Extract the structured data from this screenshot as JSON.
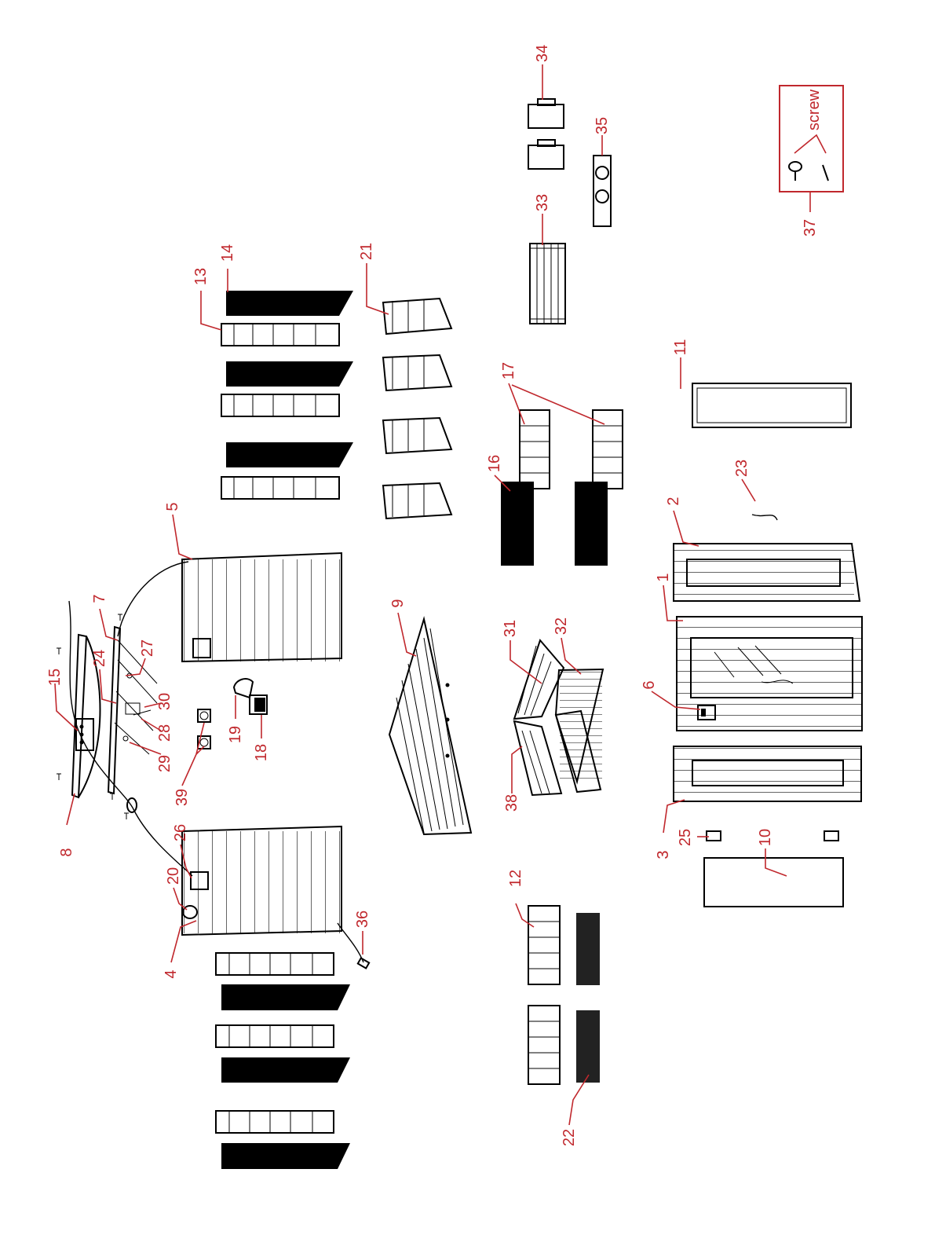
{
  "labels": {
    "p1": "1",
    "p2": "2",
    "p3": "3",
    "p4": "4",
    "p5": "5",
    "p6": "6",
    "p7": "7",
    "p8": "8",
    "p9": "9",
    "p10": "10",
    "p11": "11",
    "p12": "12",
    "p13": "13",
    "p14": "14",
    "p15": "15",
    "p16": "16",
    "p17": "17",
    "p18": "18",
    "p19": "19",
    "p20": "20",
    "p21": "21",
    "p22": "22",
    "p23": "23",
    "p24": "24",
    "p25": "25",
    "p26": "26",
    "p27": "27",
    "p28": "28",
    "p29": "29",
    "p30": "30",
    "p31": "31",
    "p32": "32",
    "p33": "33",
    "p34": "34",
    "p35": "35",
    "p36": "36",
    "p37": "37",
    "p38": "38",
    "p39": "39"
  },
  "screw_legend": {
    "text": "screw"
  },
  "colors": {
    "label": "#c0282d",
    "line": "#000000"
  }
}
